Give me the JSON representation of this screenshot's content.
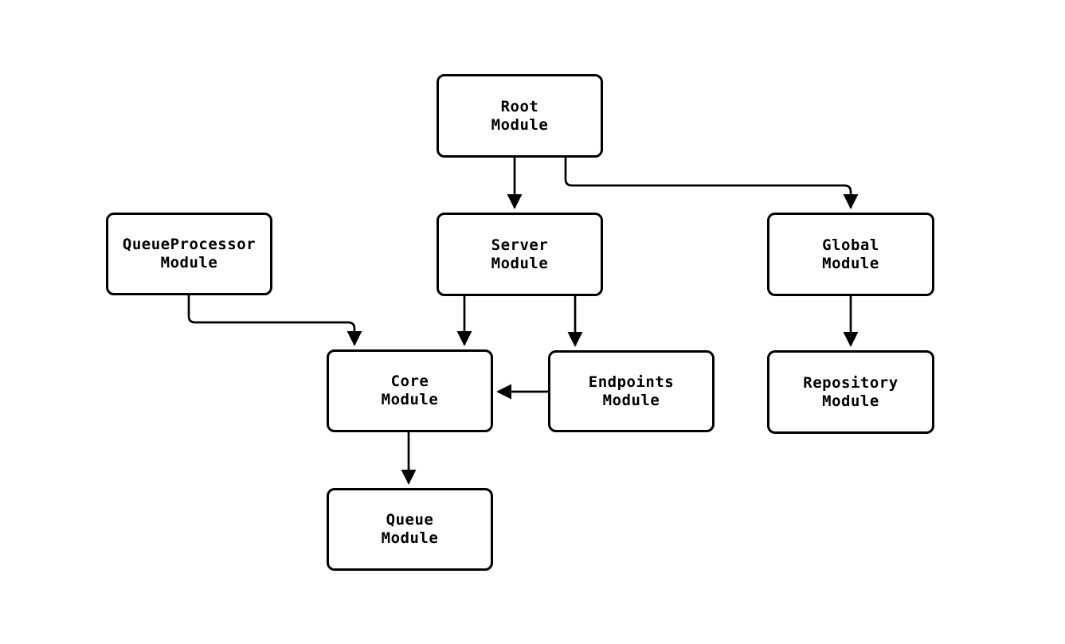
{
  "diagram": {
    "type": "flowchart",
    "background": "#ffffff",
    "node_fill": "#ffffff",
    "node_border_color": "#000000",
    "edge_color": "#000000",
    "text_color": "#000000",
    "nodes": {
      "root": {
        "line1": "Root",
        "line2": "Module"
      },
      "queueprocessor": {
        "line1": "QueueProcessor",
        "line2": "Module"
      },
      "server": {
        "line1": "Server",
        "line2": "Module"
      },
      "global": {
        "line1": "Global",
        "line2": "Module"
      },
      "core": {
        "line1": "Core",
        "line2": "Module"
      },
      "endpoints": {
        "line1": "Endpoints",
        "line2": "Module"
      },
      "repository": {
        "line1": "Repository",
        "line2": "Module"
      },
      "queue": {
        "line1": "Queue",
        "line2": "Module"
      }
    },
    "edges": [
      {
        "from": "Root Module",
        "to": "Server Module"
      },
      {
        "from": "Root Module",
        "to": "Global Module"
      },
      {
        "from": "QueueProcessor Module",
        "to": "Core Module"
      },
      {
        "from": "Server Module",
        "to": "Core Module"
      },
      {
        "from": "Server Module",
        "to": "Endpoints Module"
      },
      {
        "from": "Endpoints Module",
        "to": "Core Module"
      },
      {
        "from": "Global Module",
        "to": "Repository Module"
      },
      {
        "from": "Core Module",
        "to": "Queue Module"
      }
    ]
  }
}
